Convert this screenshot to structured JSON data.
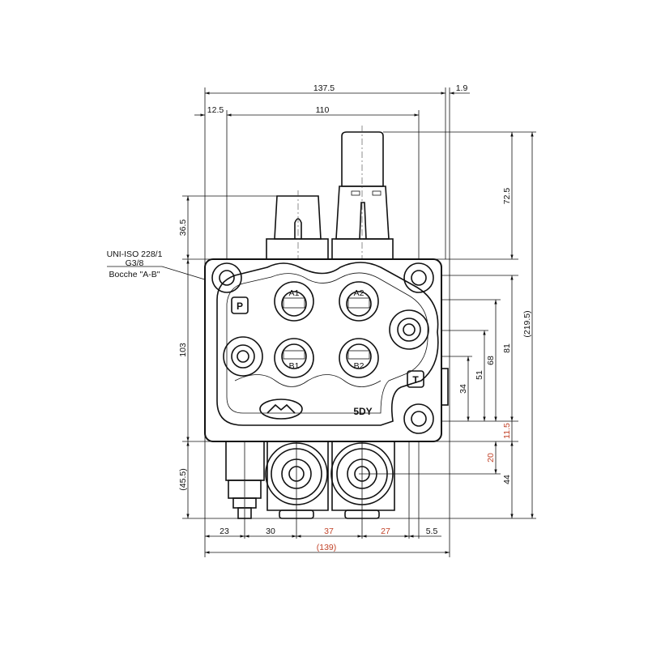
{
  "drawing": {
    "note": {
      "line1": "UNI-ISO 228/1",
      "line2": "G3/8",
      "line3": "Bocche \"A-B\""
    },
    "model": "5DY",
    "ports": {
      "a1": "A1",
      "a2": "A2",
      "b1": "B1",
      "b2": "B2",
      "p": "P",
      "t": "T"
    },
    "dimensions": {
      "top_overall": "137.5",
      "top_offset": "1.9",
      "left_offset": "12.5",
      "hole_spacing": "110",
      "cap_height": "36.5",
      "body_height": "103",
      "lower_height": "(45.5)",
      "lever_height": "72.5",
      "total_height": "(219.5)",
      "h81": "81",
      "h68": "68",
      "h51": "51",
      "h34": "34",
      "h11_5": "11.5",
      "h20": "20",
      "h44": "44",
      "b23": "23",
      "b30": "30",
      "b37": "37",
      "b27": "27",
      "b5_5": "5.5",
      "bottom_overall": "(139)"
    }
  }
}
